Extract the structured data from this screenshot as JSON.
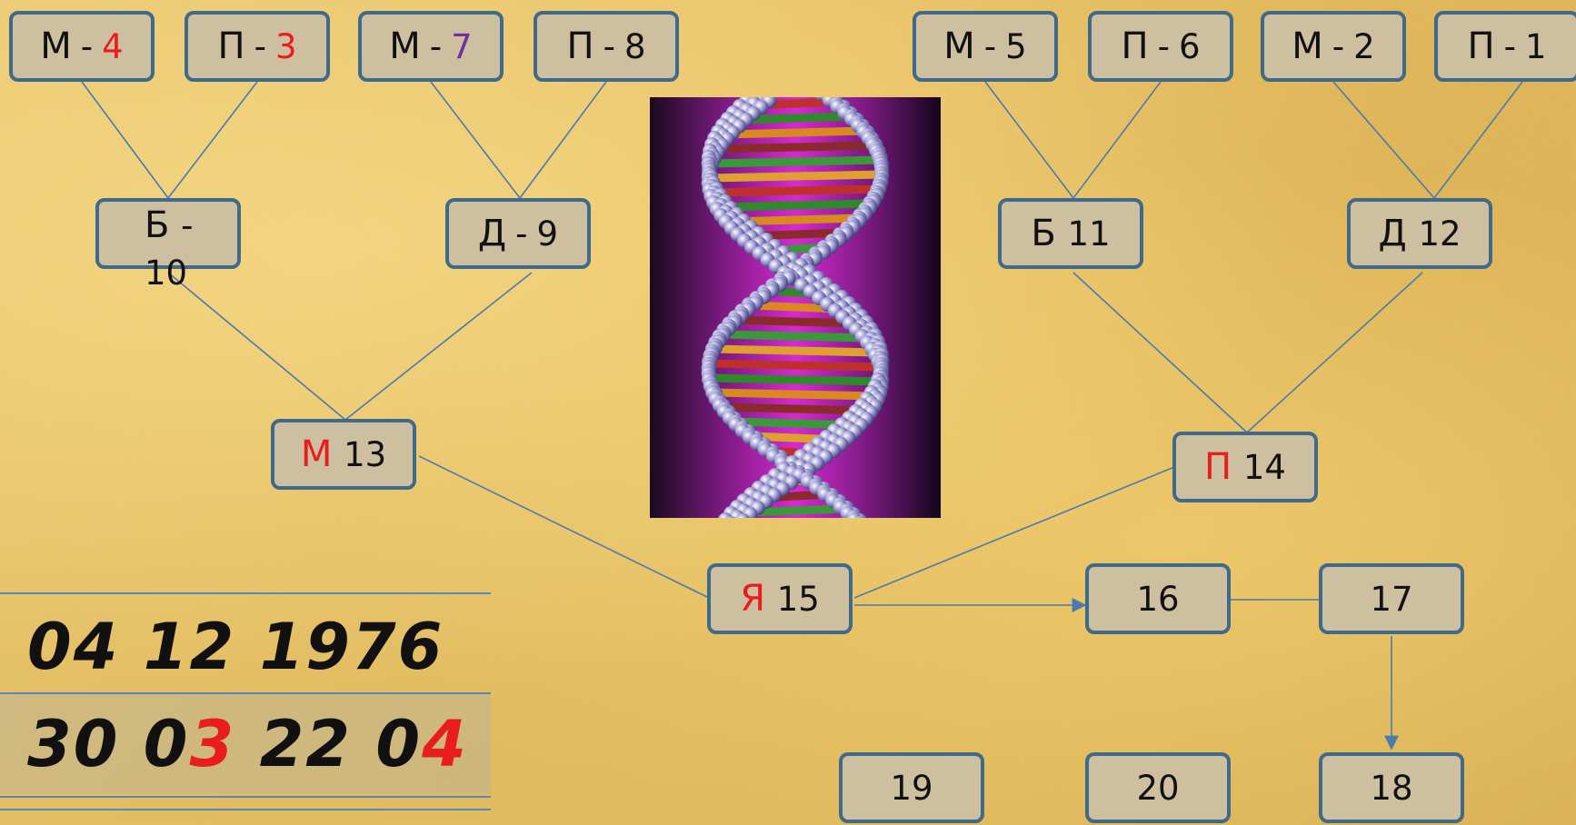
{
  "tree": {
    "gen1": [
      {
        "letter": "М",
        "sep": "-",
        "num": "4",
        "numColor": "#e81e1e"
      },
      {
        "letter": "П",
        "sep": "-",
        "num": "3",
        "numColor": "#e81e1e"
      },
      {
        "letter": "М",
        "sep": "-",
        "num": "7",
        "numColor": "#7030a0"
      },
      {
        "letter": "П",
        "sep": "-",
        "num": "8",
        "numColor": "#111111"
      },
      {
        "letter": "М",
        "sep": "-",
        "num": "5",
        "numColor": "#111111"
      },
      {
        "letter": "П",
        "sep": "-",
        "num": "6",
        "numColor": "#111111"
      },
      {
        "letter": "М",
        "sep": "-",
        "num": "2",
        "numColor": "#111111"
      },
      {
        "letter": "П",
        "sep": "-",
        "num": "1",
        "numColor": "#111111"
      }
    ],
    "gen2": [
      {
        "letter": "Б",
        "sep": "-",
        "num": "10"
      },
      {
        "letter": "Д",
        "sep": "-",
        "num": "9"
      },
      {
        "letter": "Б",
        "num": "11"
      },
      {
        "letter": "Д",
        "num": "12"
      }
    ],
    "gen3": [
      {
        "letter": "М",
        "num": "13",
        "letterColor": "#e81e1e"
      },
      {
        "letter": "П",
        "num": "14",
        "letterColor": "#e81e1e"
      }
    ],
    "self": {
      "letter": "Я",
      "num": "15",
      "letterColor": "#e81e1e"
    },
    "descendants": [
      "16",
      "17",
      "18",
      "19",
      "20"
    ]
  },
  "dates": {
    "line1": "04 12  1976",
    "line2": [
      {
        "text": "30 0",
        "color": "#111111"
      },
      {
        "text": "3",
        "color": "#e81e1e"
      },
      {
        "text": " 22 0",
        "color": "#111111"
      },
      {
        "text": "4",
        "color": "#e81e1e"
      }
    ]
  },
  "colors": {
    "box_border": "#3f6a8a",
    "box_fill": "#cdbf9f",
    "line": "#4a7ab0",
    "accent": "#e81e1e"
  }
}
